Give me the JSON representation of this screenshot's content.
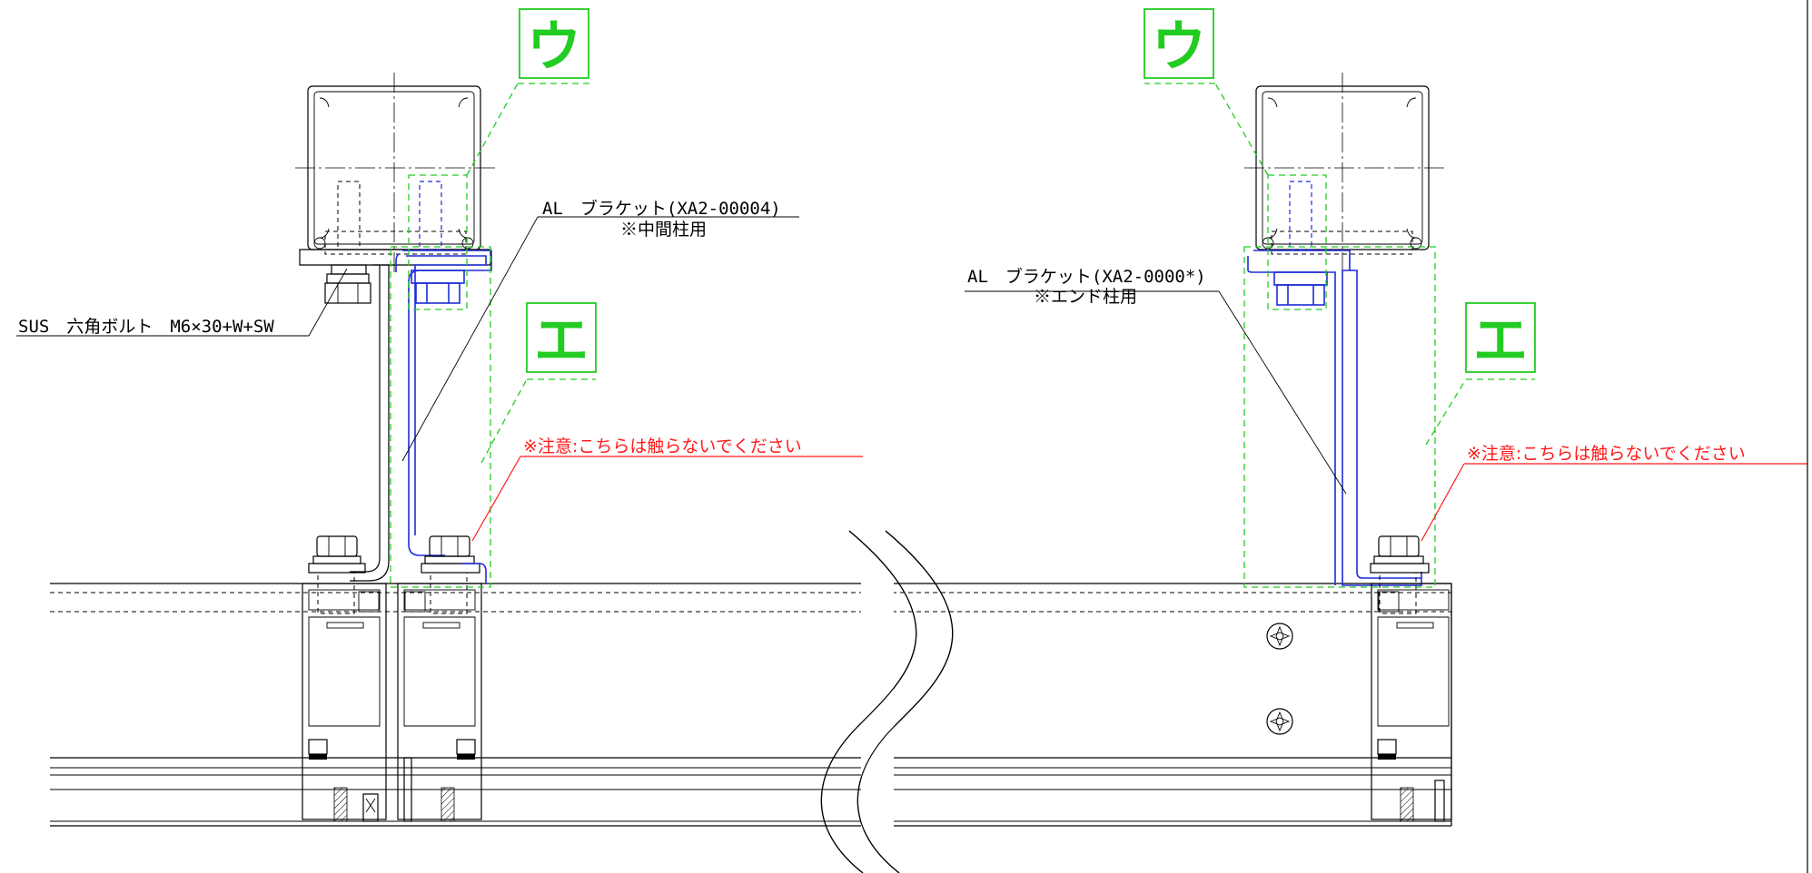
{
  "labels": {
    "bolt": "SUS　六角ボルト　M6×30+W+SW",
    "bracket_mid": "AL　ブラケット(XA2-00004)",
    "bracket_mid_note": "※中間柱用",
    "bracket_end": "AL　ブラケット(XA2-0000*)",
    "bracket_end_note": "※エンド柱用",
    "warning": "※注意:こちらは触らないでください"
  },
  "markers": {
    "u": "ウ",
    "e": "エ"
  },
  "colors": {
    "line": "#000000",
    "bracket": "#1f2bd6",
    "marker": "#22cc22",
    "warning": "#ff1a1a"
  }
}
